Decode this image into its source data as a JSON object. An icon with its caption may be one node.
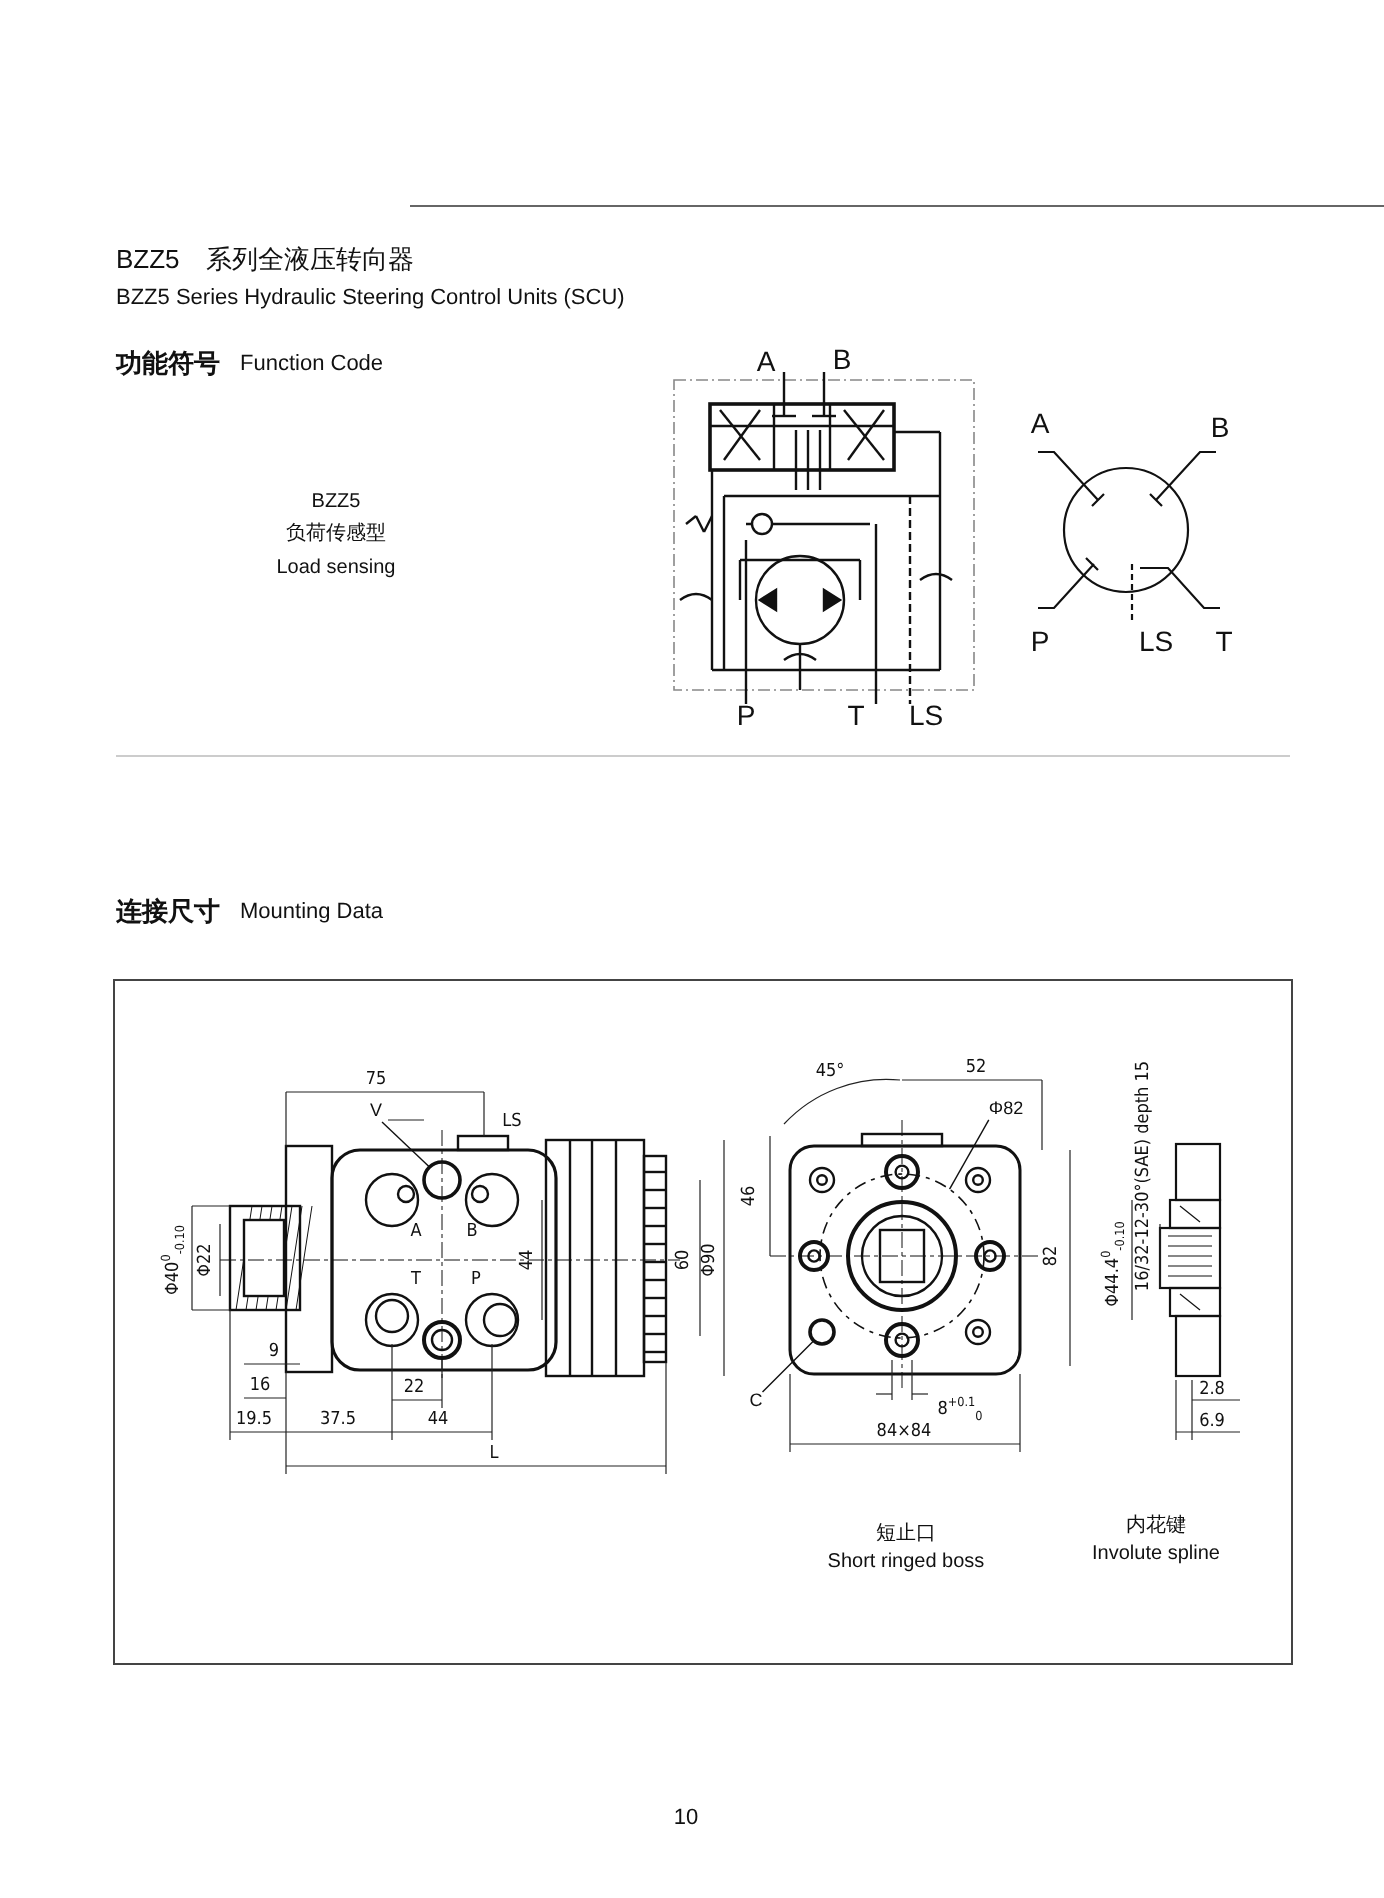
{
  "diagram": {
    "title": "BZZ5　系列全液压转向器",
    "nodes": [
      {
        "text": [
          "V"
        ]
      },
      {
        "text": [],
        "shape": "circle"
      },
      {
        "text": [
          "Φ82"
        ]
      },
      {
        "text": [],
        "shape": "circle"
      },
      {
        "text": [
          "C"
        ]
      },
      {
        "text": [],
        "shape": "circle"
      }
    ],
    "edges": [
      {
        "from": 0,
        "to": 1,
        "arrow": "none"
      },
      {
        "from": 2,
        "to": 3,
        "arrow": "none"
      },
      {
        "from": 4,
        "to": 5,
        "arrow": "none"
      }
    ],
    "labels": [
      "BZZ5 Series Hydraulic Steering Control Units (SCU)",
      "功能符号",
      "Function Code",
      "BZZ5",
      "负荷传感型",
      "Load sensing",
      "A",
      "B",
      "P",
      "T",
      "LS",
      "A",
      "B",
      "P",
      "LS",
      "T",
      "连接尺寸",
      "Mounting Data",
      "75",
      "LS",
      "A",
      "B",
      "T",
      "P",
      "44",
      "60",
      "Φ90",
      "Φ40$^{0}$$_{-0.10}$",
      "Φ22",
      "9",
      "16",
      "22",
      "19.5",
      "37.5",
      "44",
      "L",
      "45°",
      "52",
      "46",
      "82",
      "8$^{+0.1}$$_{0}$",
      "84×84",
      "Φ44.4$^{0}$$_{-0.10}$",
      "16/32-12-30°(SAE) depth 15",
      "2.8",
      "6.9",
      "短止口",
      "Short ringed boss",
      "内花键",
      "Involute spline",
      "10"
    ]
  }
}
